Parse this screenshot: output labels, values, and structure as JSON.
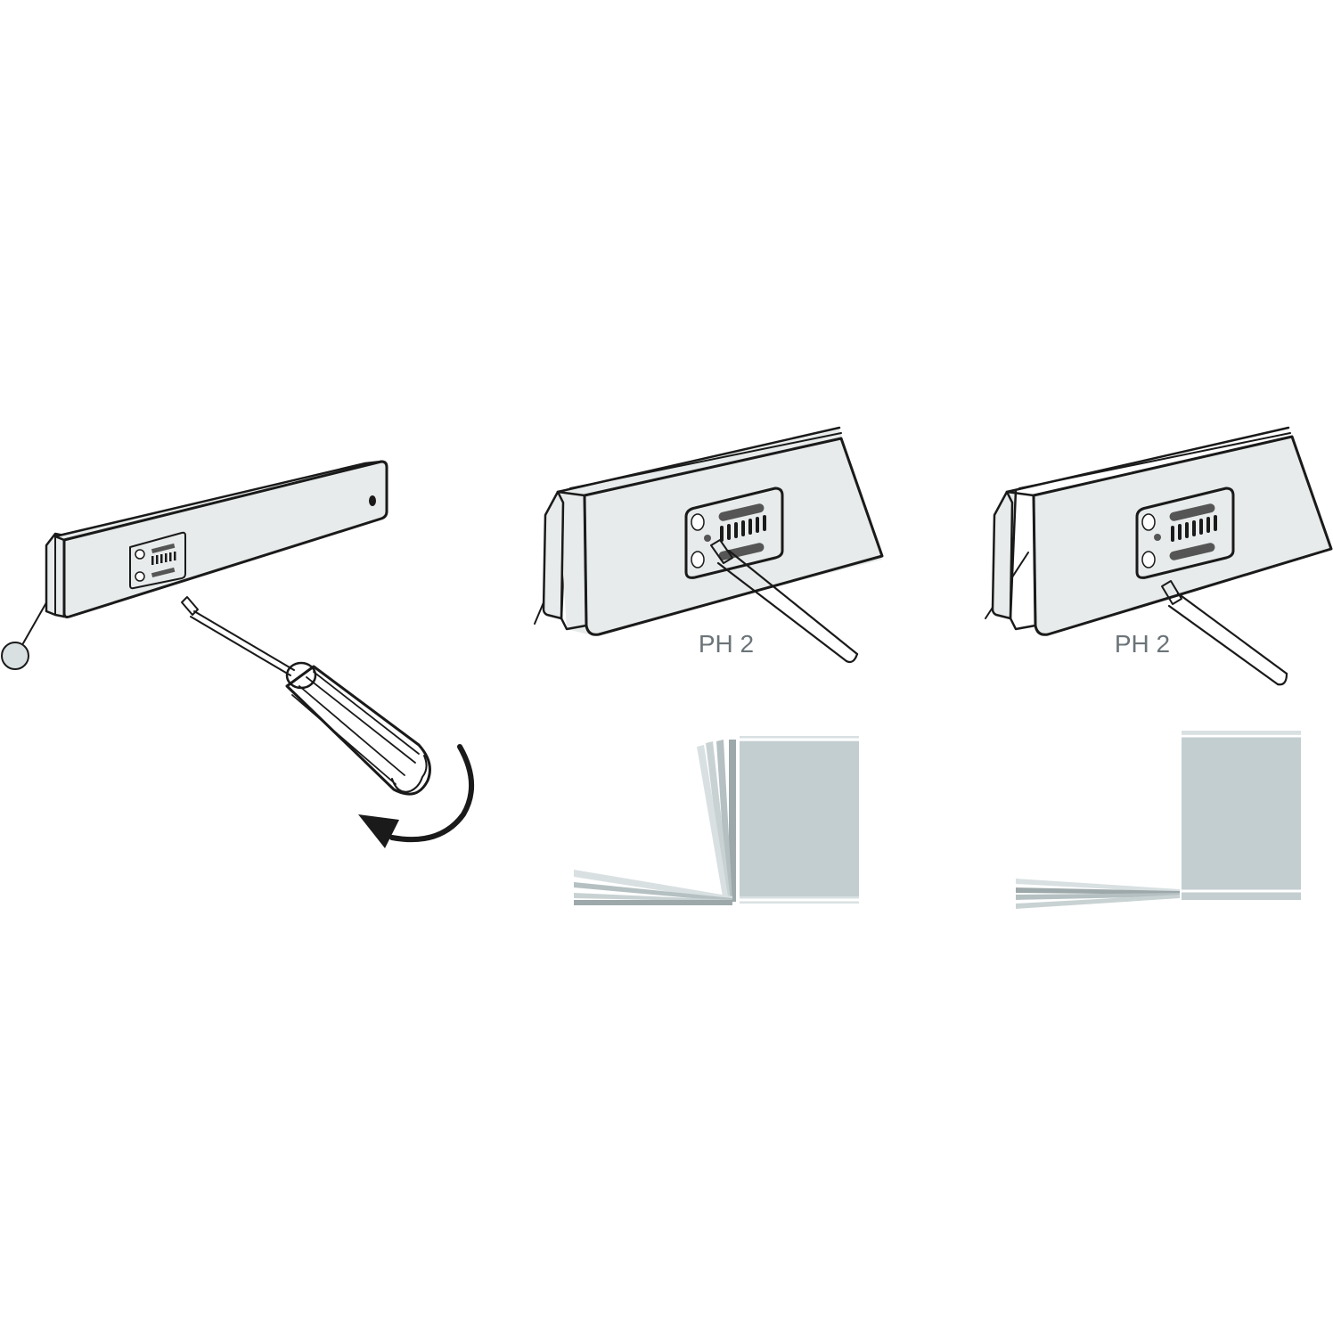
{
  "steps": [
    {
      "id": "step-1",
      "caption": ""
    },
    {
      "id": "step-2",
      "caption": "PH 2"
    },
    {
      "id": "step-3",
      "caption": "PH 2"
    }
  ],
  "colors": {
    "outline": "#1a1a1a",
    "body": "#e8ebeb",
    "panel": "#c3ced1",
    "panel_light": "#d9e0e2",
    "text": "#6b7478",
    "background": "#ffffff"
  },
  "icons": {
    "rotation": "counter-clockwise-arrow-icon",
    "tool": "screwdriver-icon"
  }
}
